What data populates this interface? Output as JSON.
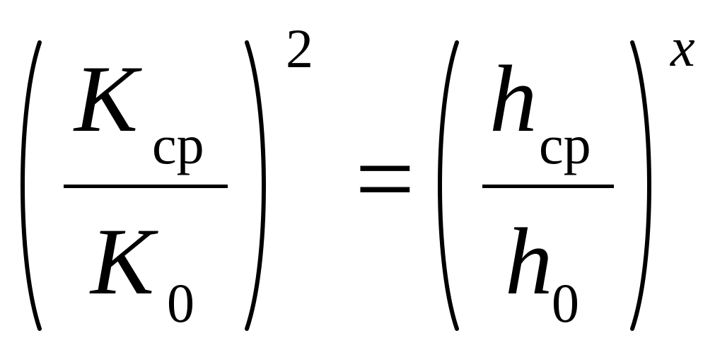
{
  "formula": {
    "left": {
      "numerator_symbol": "K",
      "numerator_subscript": "ср",
      "denominator_symbol": "K",
      "denominator_subscript": "0",
      "exponent": "2"
    },
    "equals": "=",
    "right": {
      "numerator_symbol": "h",
      "numerator_subscript": "ср",
      "denominator_symbol": "h",
      "denominator_subscript": "0",
      "exponent": "x"
    }
  }
}
